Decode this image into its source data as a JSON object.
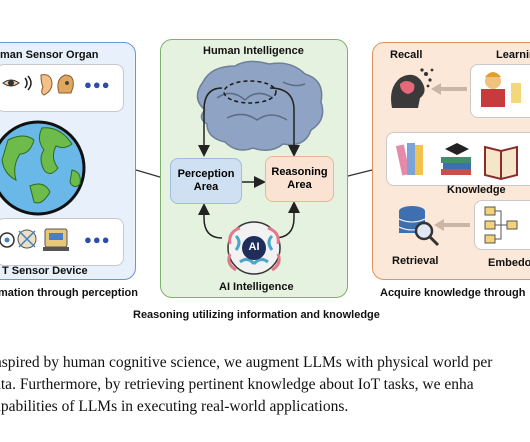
{
  "left": {
    "top_label": "man Sensor Organ",
    "bottom_label": "T Sensor Device",
    "caption": "mation through perception",
    "dots": "●●●"
  },
  "center": {
    "title": "Human Intelligence",
    "perception": "Perception Area",
    "reasoning": "Reasoning Area",
    "ai_label": "AI Intelligence",
    "ai_chip": "AI"
  },
  "right": {
    "recall": "Recall",
    "learning": "Learnin",
    "knowledge": "Knowledge",
    "retrieval": "Retrieval",
    "embed": "Embedo",
    "caption": "Acquire knowledge through"
  },
  "bottom_caption": "Reasoning utilizing information and knowledge",
  "body": {
    "line1": "nspired by human cognitive science, we augment LLMs with physical world per",
    "line2": "ata.  Furthermore, by retrieving pertinent knowledge about IoT tasks, we enha",
    "line3": "apabilities of LLMs in executing real-world applications."
  },
  "colors": {
    "left_border": "#6b95d6",
    "center_border": "#7bb26b",
    "right_border": "#e1935c",
    "perception_box": "#cfe0f3",
    "reasoning_box": "#fbe3d3"
  }
}
